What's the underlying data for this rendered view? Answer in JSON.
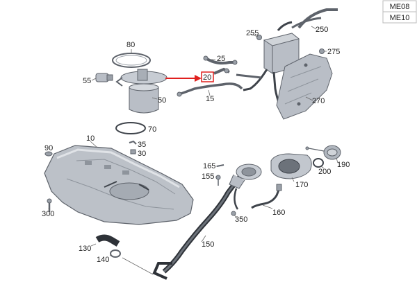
{
  "variant_tags": [
    "ME08",
    "ME10"
  ],
  "highlight_color": "#e0201e",
  "part_fill": "#b9bec6",
  "part_stroke": "#5e636b",
  "labels": {
    "p80": "80",
    "p55": "55",
    "p50": "50",
    "p70": "70",
    "p25": "25",
    "p20": "20",
    "p15": "15",
    "p255": "255",
    "p250": "250",
    "p275": "275",
    "p270": "270",
    "p10": "10",
    "p90": "90",
    "p35": "35",
    "p30": "30",
    "p300": "300",
    "p165": "165",
    "p155": "155",
    "p190": "190",
    "p200": "200",
    "p170": "170",
    "p160": "160",
    "p350": "350",
    "p150": "150",
    "p130": "130",
    "p140": "140"
  }
}
